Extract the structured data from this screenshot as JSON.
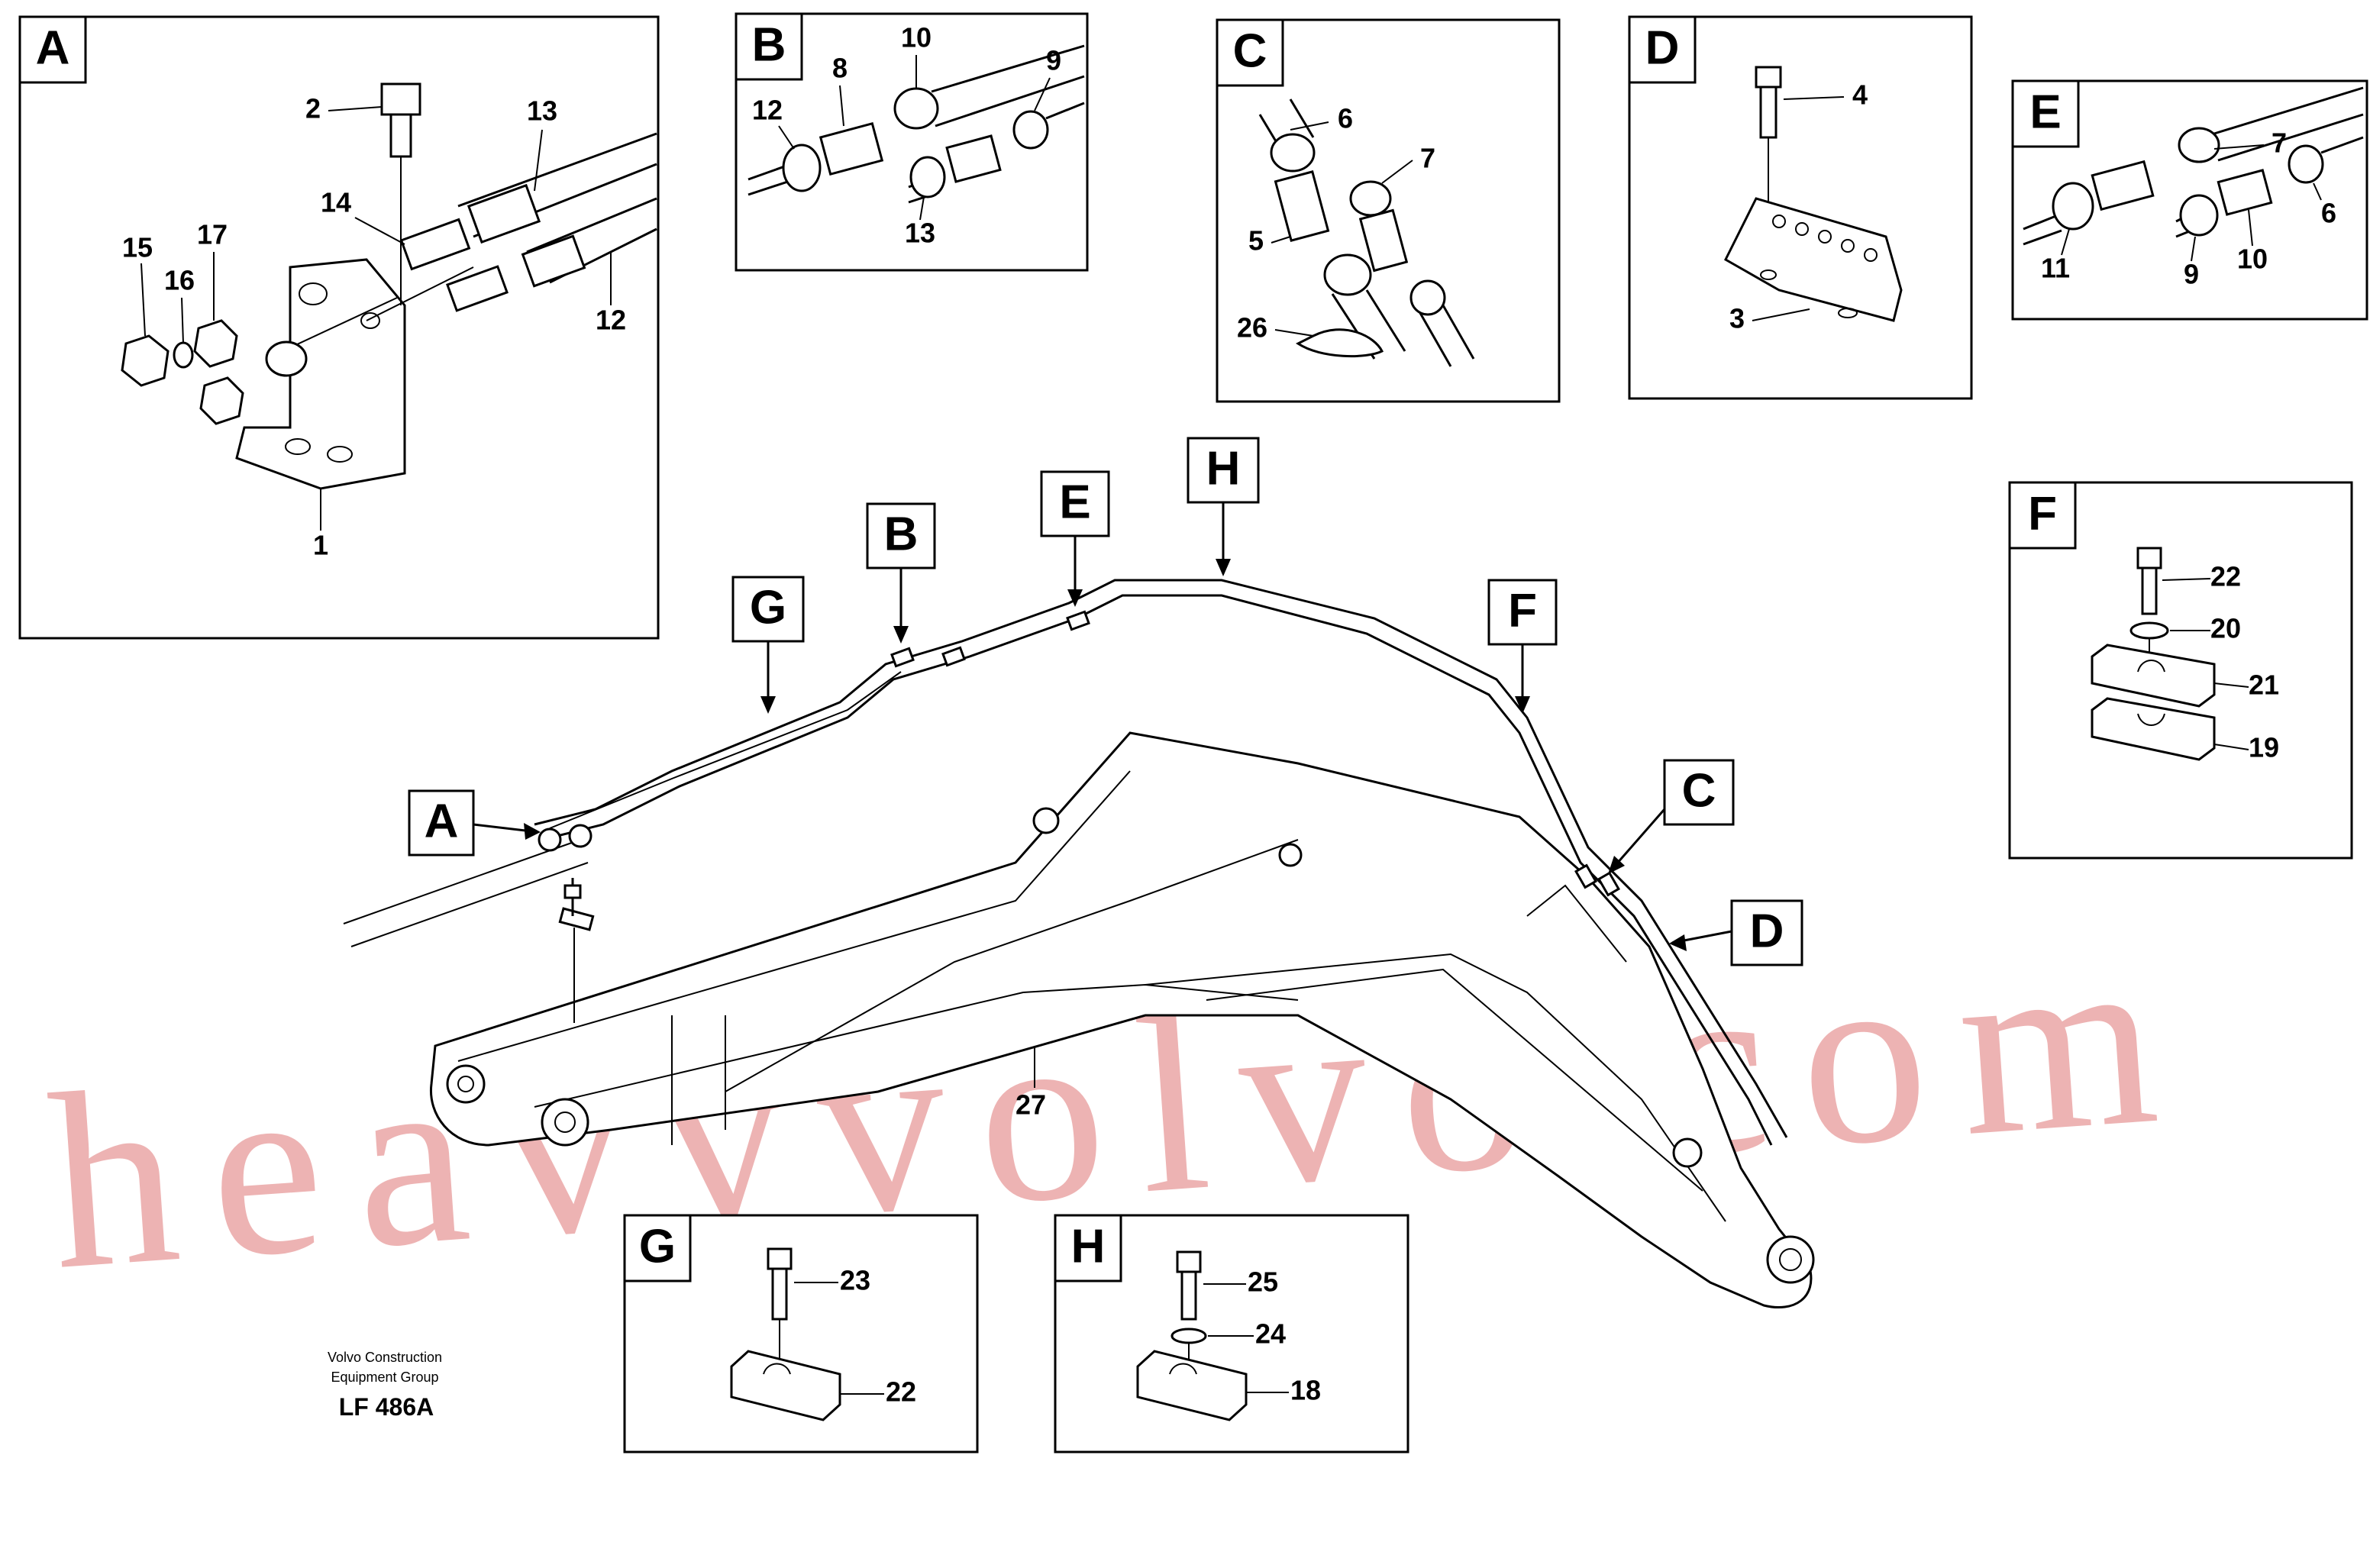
{
  "figure_code": "LF 486A",
  "publisher_line1": "Volvo Construction",
  "publisher_line2": "Equipment Group",
  "watermark": "heavyvolvo.com",
  "main_part_label": "27",
  "panels": {
    "A": {
      "letter": "A",
      "labels": [
        "1",
        "2",
        "12",
        "13",
        "14",
        "15",
        "16",
        "17"
      ]
    },
    "B": {
      "letter": "B",
      "labels": [
        "8",
        "9",
        "10",
        "12",
        "13"
      ]
    },
    "C": {
      "letter": "C",
      "labels": [
        "5",
        "6",
        "7",
        "26"
      ]
    },
    "D": {
      "letter": "D",
      "labels": [
        "3",
        "4"
      ]
    },
    "E": {
      "letter": "E",
      "labels": [
        "6",
        "7",
        "9",
        "10",
        "11"
      ]
    },
    "F": {
      "letter": "F",
      "labels": [
        "19",
        "20",
        "21",
        "22"
      ]
    },
    "G": {
      "letter": "G",
      "labels": [
        "22",
        "23"
      ]
    },
    "H": {
      "letter": "H",
      "labels": [
        "18",
        "24",
        "25"
      ]
    }
  },
  "callouts": [
    "A",
    "B",
    "C",
    "D",
    "E",
    "F",
    "G",
    "H"
  ]
}
